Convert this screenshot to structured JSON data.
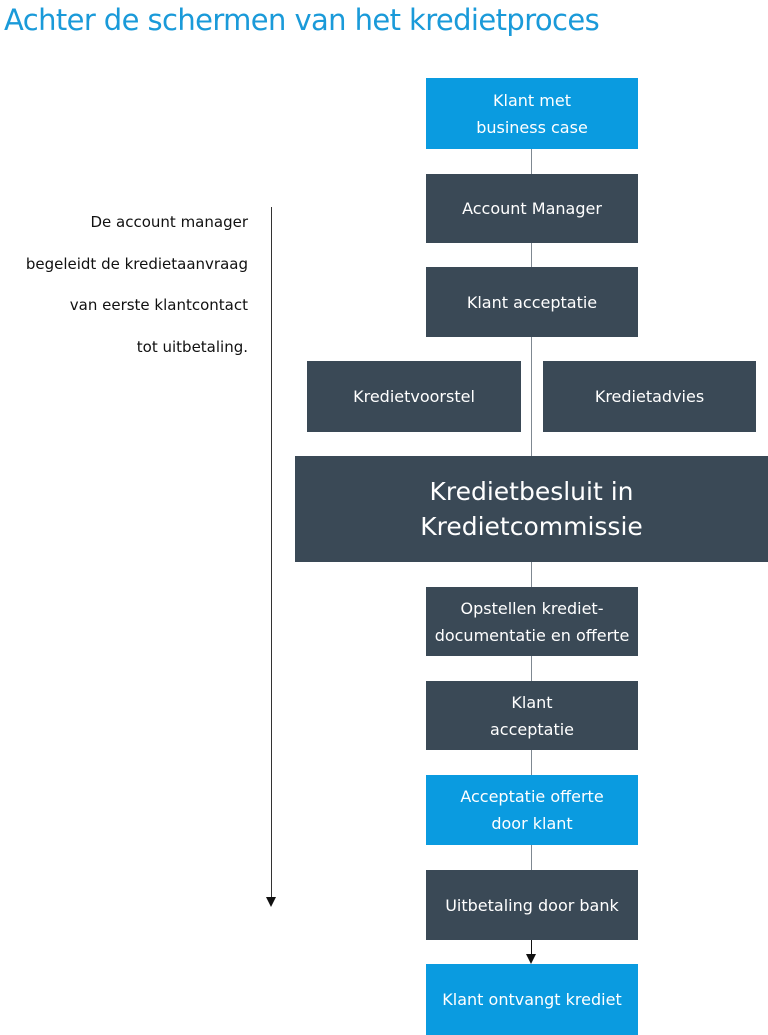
{
  "title": "Achter de schermen van het kredietproces",
  "note": {
    "lines": [
      "De account manager",
      "begeleidt de kredietaanvraag",
      "van eerste klantcontact",
      "tot uitbetaling."
    ]
  },
  "steps": {
    "klant_business_case": {
      "lines": [
        "Klant met",
        "business case"
      ],
      "color": "#0a9be0"
    },
    "account_manager": {
      "lines": [
        "Account Manager"
      ],
      "color": "#3a4956"
    },
    "klant_acceptatie_1": {
      "lines": [
        "Klant acceptatie"
      ],
      "color": "#3a4956"
    },
    "kredietvoorstel": {
      "lines": [
        "Kredietvoorstel"
      ],
      "color": "#3a4956"
    },
    "kredietadvies": {
      "lines": [
        "Kredietadvies"
      ],
      "color": "#3a4956"
    },
    "kredietbesluit": {
      "lines": [
        "Kredietbesluit in",
        "Kredietcommissie"
      ],
      "color": "#3a4956"
    },
    "opstellen_documentatie": {
      "lines": [
        "Opstellen krediet-",
        "documentatie en offerte"
      ],
      "color": "#3a4956"
    },
    "klant_acceptatie_2": {
      "lines": [
        "Klant",
        "acceptatie"
      ],
      "color": "#3a4956"
    },
    "acceptatie_offerte": {
      "lines": [
        "Acceptatie offerte",
        "door klant"
      ],
      "color": "#0a9be0"
    },
    "uitbetaling": {
      "lines": [
        "Uitbetaling door bank"
      ],
      "color": "#3a4956"
    },
    "klant_ontvangt": {
      "lines": [
        "Klant ontvangt krediet"
      ],
      "color": "#0a9be0"
    }
  },
  "colors": {
    "title": "#1a9ad9",
    "dark_box": "#3a4956",
    "blue_box": "#0a9be0",
    "connector": "#7f8891"
  }
}
